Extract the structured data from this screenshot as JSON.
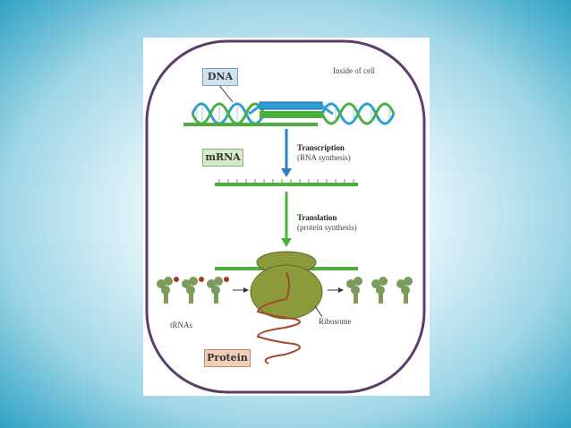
{
  "labels": {
    "dna": "DNA",
    "inside_cell": "Inside of cell",
    "mrna": "mRNA",
    "protein": "Protein",
    "trnas": "tRNAs",
    "ribosome": "Ribosome"
  },
  "steps": {
    "transcription": {
      "title": "Transcription",
      "subtitle": "(RNA synthesis)"
    },
    "translation": {
      "title": "Translation",
      "subtitle": "(protein synthesis)"
    }
  },
  "colors": {
    "dna_strand": "#2a9fd6",
    "rna_strand": "#4caf3f",
    "cell_outline": "#5a3f6b",
    "ribosome": "#8c9a3c",
    "protein_chain": "#a04a2a",
    "trna": "#7a9b5a"
  }
}
